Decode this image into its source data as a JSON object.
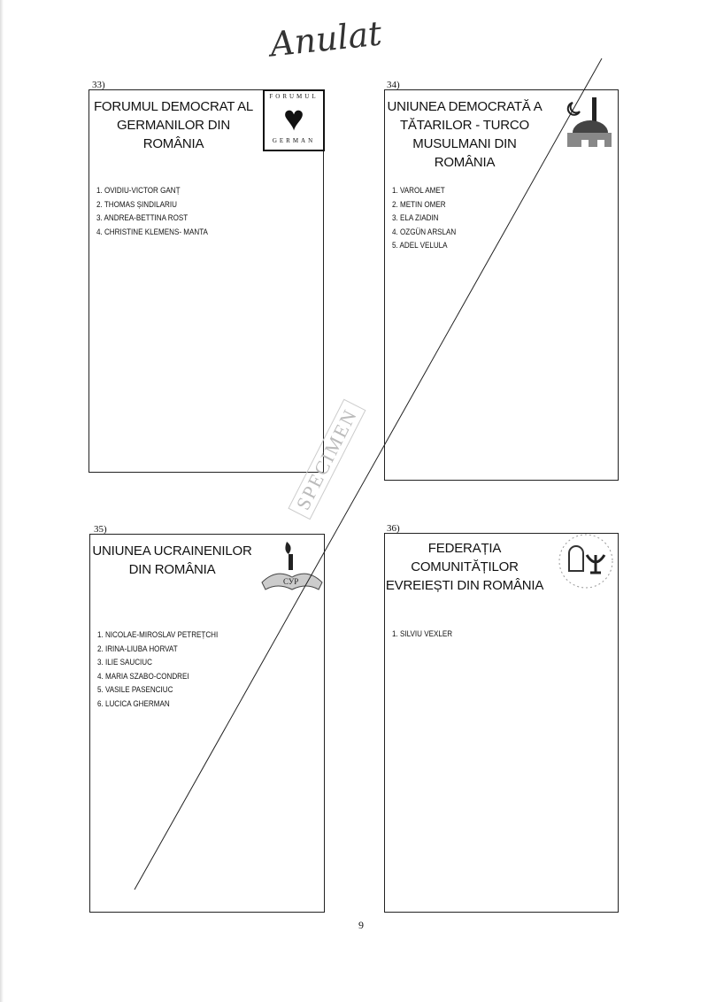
{
  "handwritten_note": "Anulat",
  "stamp": "SPECIMEN",
  "page_number": "9",
  "ballots": [
    {
      "number": "33)",
      "title_lines": [
        "FORUMUL DEMOCRAT AL",
        "GERMANILOR DIN",
        "ROMÂNIA"
      ],
      "logo_text_top": "FORUMUL",
      "logo_text_bottom": "GERMAN",
      "candidates": [
        "1. OVIDIU-VICTOR GANȚ",
        "2. THOMAS ȘINDILARIU",
        "3. ANDREA-BETTINA ROST",
        "4. CHRISTINE KLEMENS- MANTA"
      ]
    },
    {
      "number": "34)",
      "title_lines": [
        "UNIUNEA DEMOCRATĂ A",
        "TĂTARILOR - TURCO",
        "MUSULMANI DIN",
        "ROMÂNIA"
      ],
      "candidates": [
        "1. VAROL AMET",
        "2. METIN OMER",
        "3. ELA ZIADIN",
        "4. OZGÜN ARSLAN",
        "5. ADEL VELULA"
      ]
    },
    {
      "number": "35)",
      "title_lines": [
        "UNIUNEA UCRAINENILOR",
        "DIN ROMÂNIA"
      ],
      "logo_text": "СУР",
      "candidates": [
        "1. NICOLAE-MIROSLAV PETREȚCHI",
        "2. IRINA-LIUBA HORVAT",
        "3. ILIE SAUCIUC",
        "4. MARIA SZABO-CONDREI",
        "5. VASILE PASENCIUC",
        "6. LUCICA GHERMAN"
      ]
    },
    {
      "number": "36)",
      "title_lines": [
        "FEDERAȚIA",
        "COMUNITĂȚILOR",
        "EVREIEȘTI DIN ROMÂNIA"
      ],
      "candidates": [
        "1. SILVIU VEXLER"
      ]
    }
  ]
}
